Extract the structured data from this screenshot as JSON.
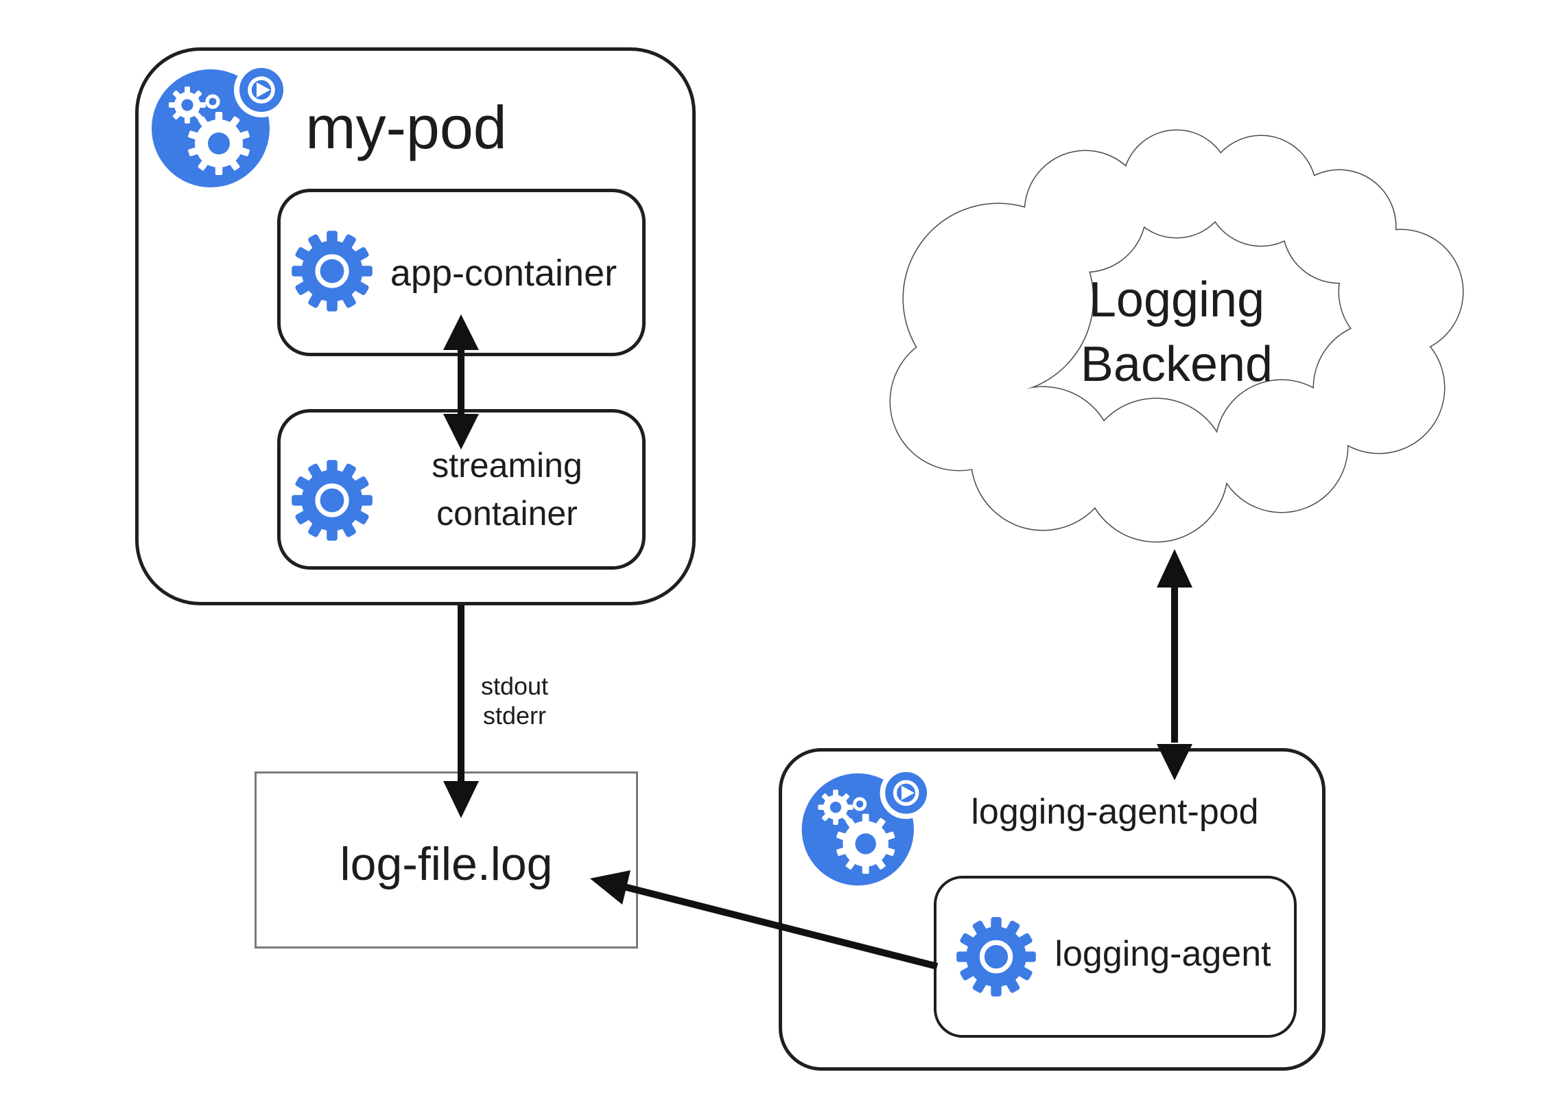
{
  "colors": {
    "kubernetes_blue": "#3d7be5",
    "box_border": "#1f1f1f",
    "arrow": "#111111",
    "log_border": "#7a7a7a",
    "text": "#1c1c1c",
    "canvas_bg": "#ffffff"
  },
  "my_pod": {
    "label": "my-pod",
    "app_container_label": "app-container",
    "streaming_container_label": "streaming\ncontainer"
  },
  "stdout_label": "stdout\nstderr",
  "log_file": {
    "label": "log-file.log"
  },
  "cloud": {
    "label": "Logging\nBackend"
  },
  "agent_pod": {
    "label": "logging-agent-pod",
    "agent_container_label": "logging-agent"
  },
  "icons": {
    "pod": "kubernetes-pod-icon",
    "container": "container-gear-icon"
  }
}
